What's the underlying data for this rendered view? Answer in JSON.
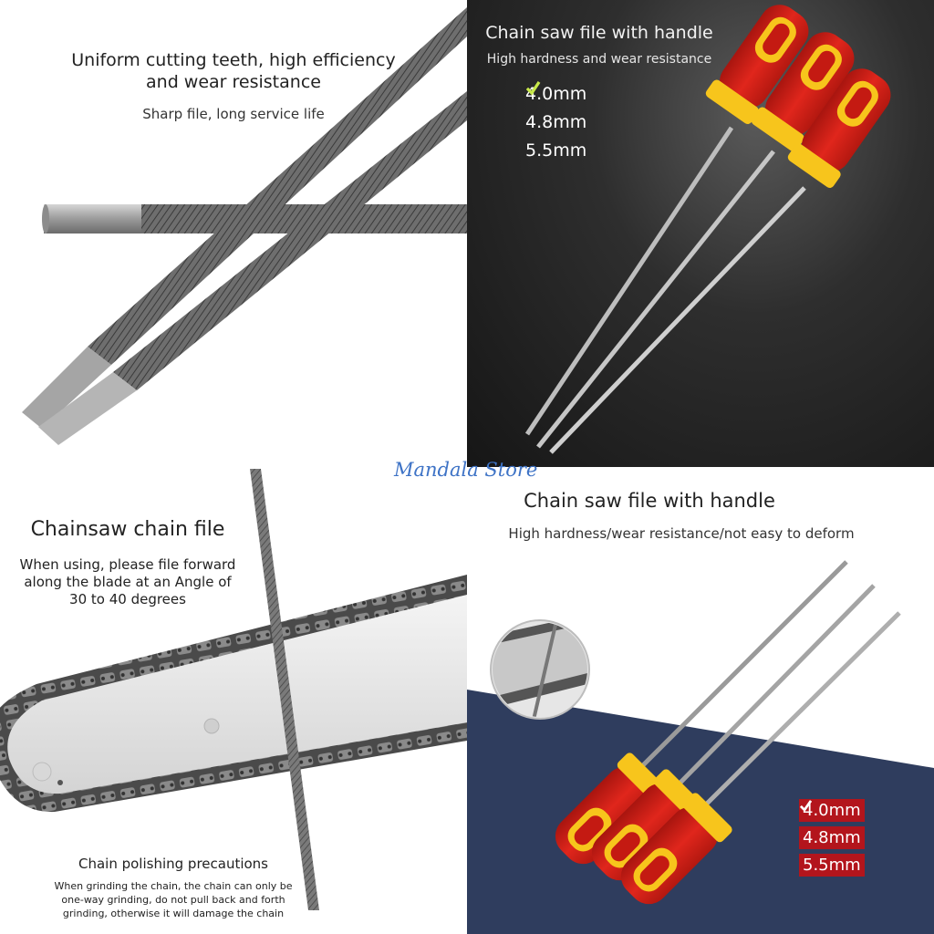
{
  "panels": {
    "top_left": {
      "title_line1": "Uniform cutting teeth, high efficiency",
      "title_line2": "and wear resistance",
      "subtitle": "Sharp file, long service life"
    },
    "top_right": {
      "title": "Chain saw file with handle",
      "subtitle": "High hardness and wear resistance",
      "sizes": [
        "4.0mm",
        "4.8mm",
        "5.5mm"
      ],
      "check_color": "#c8e84a"
    },
    "bottom_left": {
      "title": "Chainsaw chain file",
      "instruction_line1": "When using, please file forward",
      "instruction_line2": "along the blade at an Angle of",
      "instruction_line3": "30 to 40 degrees",
      "precautions_title": "Chain polishing precautions",
      "precautions_line1": "When grinding the chain, the chain can only be",
      "precautions_line2": "one-way grinding, do not pull back and forth",
      "precautions_line3": "grinding, otherwise it will damage the chain"
    },
    "bottom_right": {
      "title": "Chain saw file with handle",
      "subtitle": "High hardness/wear resistance/not easy to deform",
      "sizes": [
        "4.0mm",
        "4.8mm",
        "5.5mm"
      ],
      "tag_color": "#b3151c"
    }
  },
  "watermark": "Mandala Store",
  "colors": {
    "handle_red": "#e0261c",
    "handle_yellow": "#f7c51c",
    "navy_background": "#2f3d5e"
  }
}
